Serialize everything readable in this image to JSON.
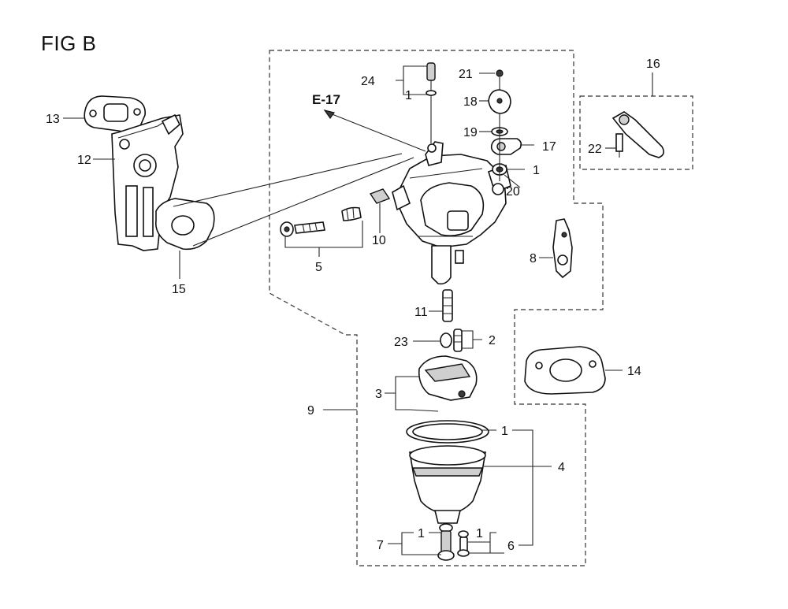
{
  "figure": {
    "title": "FIG B",
    "reference": "E-17"
  },
  "callouts": [
    {
      "id": "c1a",
      "text": "1"
    },
    {
      "id": "c1b",
      "text": "1"
    },
    {
      "id": "c1c",
      "text": "1"
    },
    {
      "id": "c1d",
      "text": "1"
    },
    {
      "id": "c1e",
      "text": "1"
    },
    {
      "id": "c2",
      "text": "2"
    },
    {
      "id": "c3",
      "text": "3"
    },
    {
      "id": "c4",
      "text": "4"
    },
    {
      "id": "c5",
      "text": "5"
    },
    {
      "id": "c6",
      "text": "6"
    },
    {
      "id": "c7",
      "text": "7"
    },
    {
      "id": "c8",
      "text": "8"
    },
    {
      "id": "c9",
      "text": "9"
    },
    {
      "id": "c10",
      "text": "10"
    },
    {
      "id": "c11",
      "text": "11"
    },
    {
      "id": "c12",
      "text": "12"
    },
    {
      "id": "c13",
      "text": "13"
    },
    {
      "id": "c14",
      "text": "14"
    },
    {
      "id": "c15",
      "text": "15"
    },
    {
      "id": "c16",
      "text": "16"
    },
    {
      "id": "c17",
      "text": "17"
    },
    {
      "id": "c18",
      "text": "18"
    },
    {
      "id": "c19",
      "text": "19"
    },
    {
      "id": "c20",
      "text": "20"
    },
    {
      "id": "c21",
      "text": "21"
    },
    {
      "id": "c22",
      "text": "22"
    },
    {
      "id": "c23",
      "text": "23"
    },
    {
      "id": "c24",
      "text": "24"
    }
  ]
}
